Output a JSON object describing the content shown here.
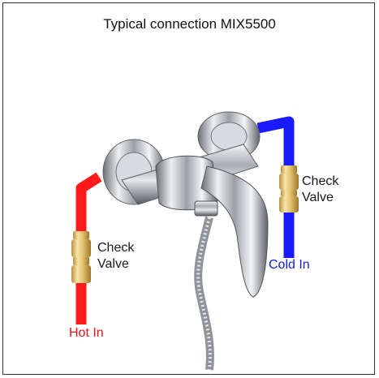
{
  "title": "Typical connection MIX5500",
  "labels": {
    "check_valve_left_line1": "Check",
    "check_valve_left_line2": "Valve",
    "check_valve_right_line1": "Check",
    "check_valve_right_line2": "Valve",
    "hot_in": "Hot In",
    "cold_in": "Cold In"
  },
  "colors": {
    "hot_pipe": "#ff1a1a",
    "cold_pipe": "#1a1aff",
    "valve_brass": "#e8c878",
    "chrome": "#c9cdd2"
  }
}
